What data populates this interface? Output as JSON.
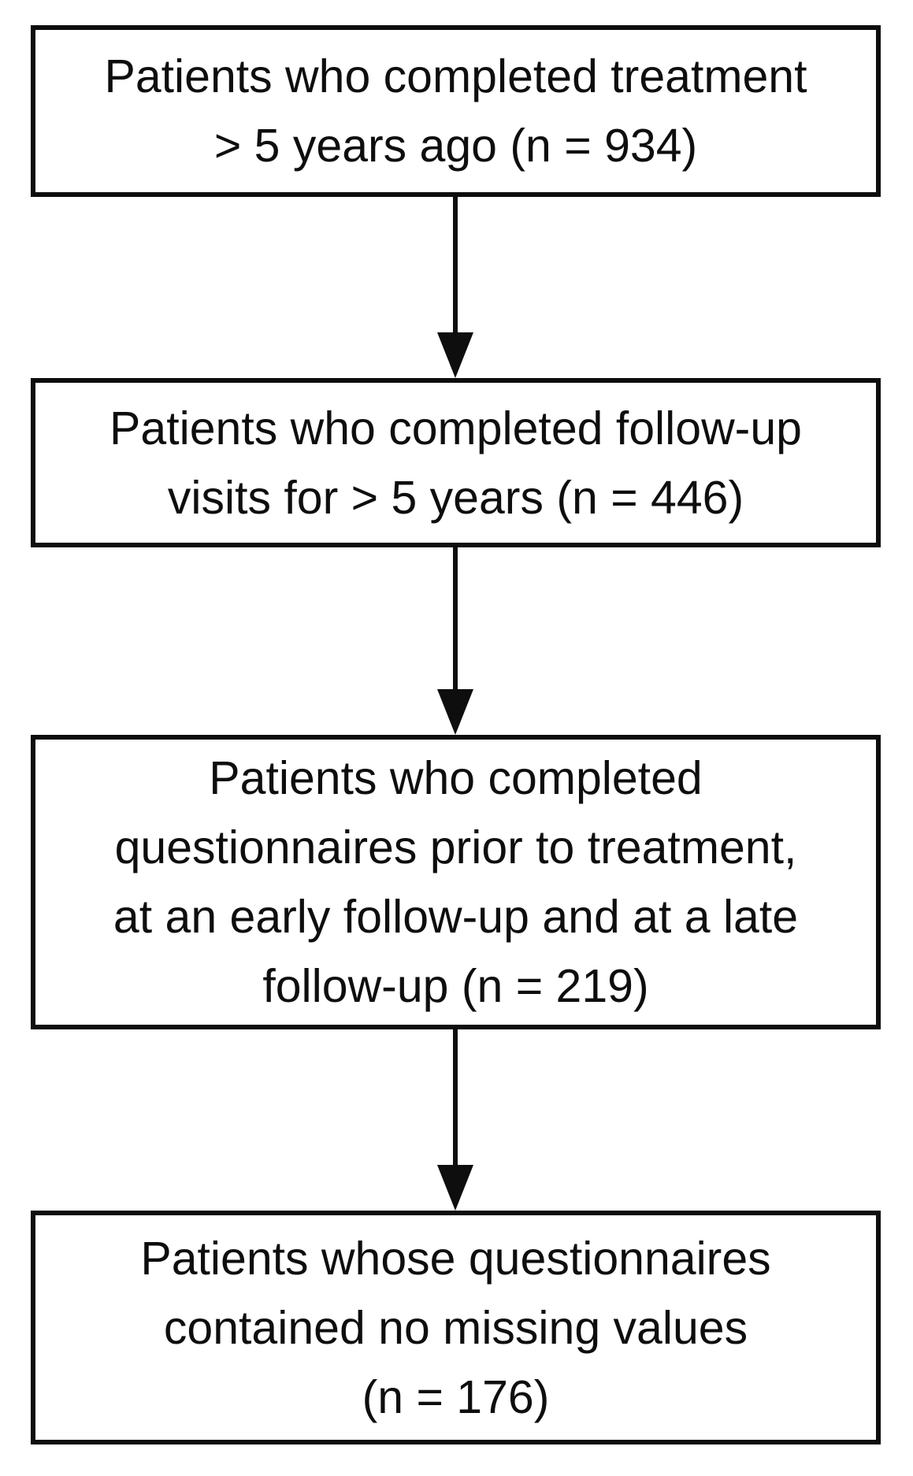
{
  "diagram": {
    "type": "flowchart",
    "direction": "top-down",
    "colors": {
      "background": "#ffffff",
      "box_border": "#0d0d0d",
      "text": "#0e0e0e",
      "arrow": "#0e0e0e"
    },
    "boxes": [
      {
        "name": "completed-treatment",
        "lines": [
          "Patients who completed treatment",
          "> 5 years ago (n = 934)"
        ],
        "full_text": "Patients who completed treatment > 5 years ago (n = 934)",
        "n": 934
      },
      {
        "name": "completed-followup-visits",
        "lines": [
          "Patients who completed follow-up",
          "visits for > 5 years (n = 446)"
        ],
        "full_text": "Patients who completed follow-up visits for > 5 years (n = 446)",
        "n": 446
      },
      {
        "name": "completed-questionnaires",
        "lines": [
          "Patients who completed",
          "questionnaires prior to treatment,",
          "at an early follow-up and at a late",
          "follow-up (n = 219)"
        ],
        "full_text": "Patients who completed questionnaires prior to treatment, at an early follow-up and at a late follow-up (n = 219)",
        "n": 219
      },
      {
        "name": "no-missing-values",
        "lines": [
          "Patients whose questionnaires",
          "contained no missing values",
          "(n = 176)"
        ],
        "full_text": "Patients whose questionnaires contained no missing values (n = 176)",
        "n": 176
      }
    ],
    "connectors": [
      {
        "from": 0,
        "to": 1,
        "type": "arrow-down"
      },
      {
        "from": 1,
        "to": 2,
        "type": "arrow-down"
      },
      {
        "from": 2,
        "to": 3,
        "type": "arrow-down"
      }
    ]
  }
}
